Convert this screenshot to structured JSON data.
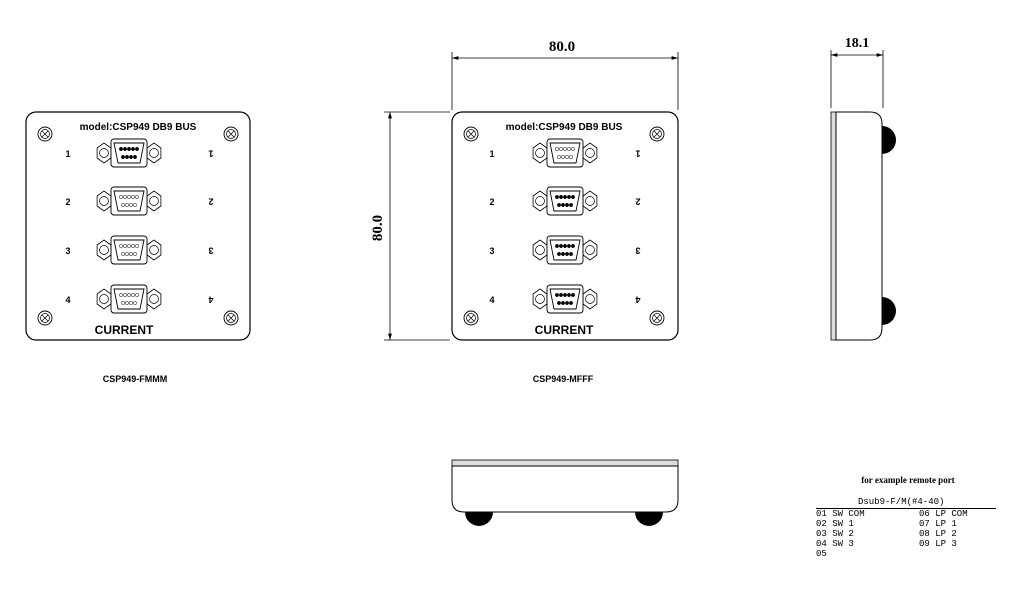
{
  "panel_fmmm": {
    "model": "model:CSP949 DB9 BUS",
    "current": "CURRENT",
    "caption": "CSP949-FMMM",
    "ports": [
      "1",
      "2",
      "3",
      "4"
    ],
    "mirror": [
      "1",
      "2",
      "3",
      "4"
    ]
  },
  "panel_mfff": {
    "model": "model:CSP949 DB9 BUS",
    "current": "CURRENT",
    "caption": "CSP949-MFFF",
    "ports": [
      "1",
      "2",
      "3",
      "4"
    ],
    "mirror": [
      "1",
      "2",
      "3",
      "4"
    ]
  },
  "dimensions": {
    "width": "80.0",
    "height": "80.0",
    "depth": "18.1"
  },
  "pinout": {
    "heading": "for example remote port",
    "title": "Dsub9-F/M(#4-40)",
    "rows": [
      [
        "01 SW COM",
        "06 LP COM"
      ],
      [
        "02 SW 1",
        "07 LP 1"
      ],
      [
        "03 SW 2",
        "08 LP 2"
      ],
      [
        "04 SW 3",
        "09 LP 3"
      ],
      [
        "05",
        ""
      ]
    ]
  }
}
